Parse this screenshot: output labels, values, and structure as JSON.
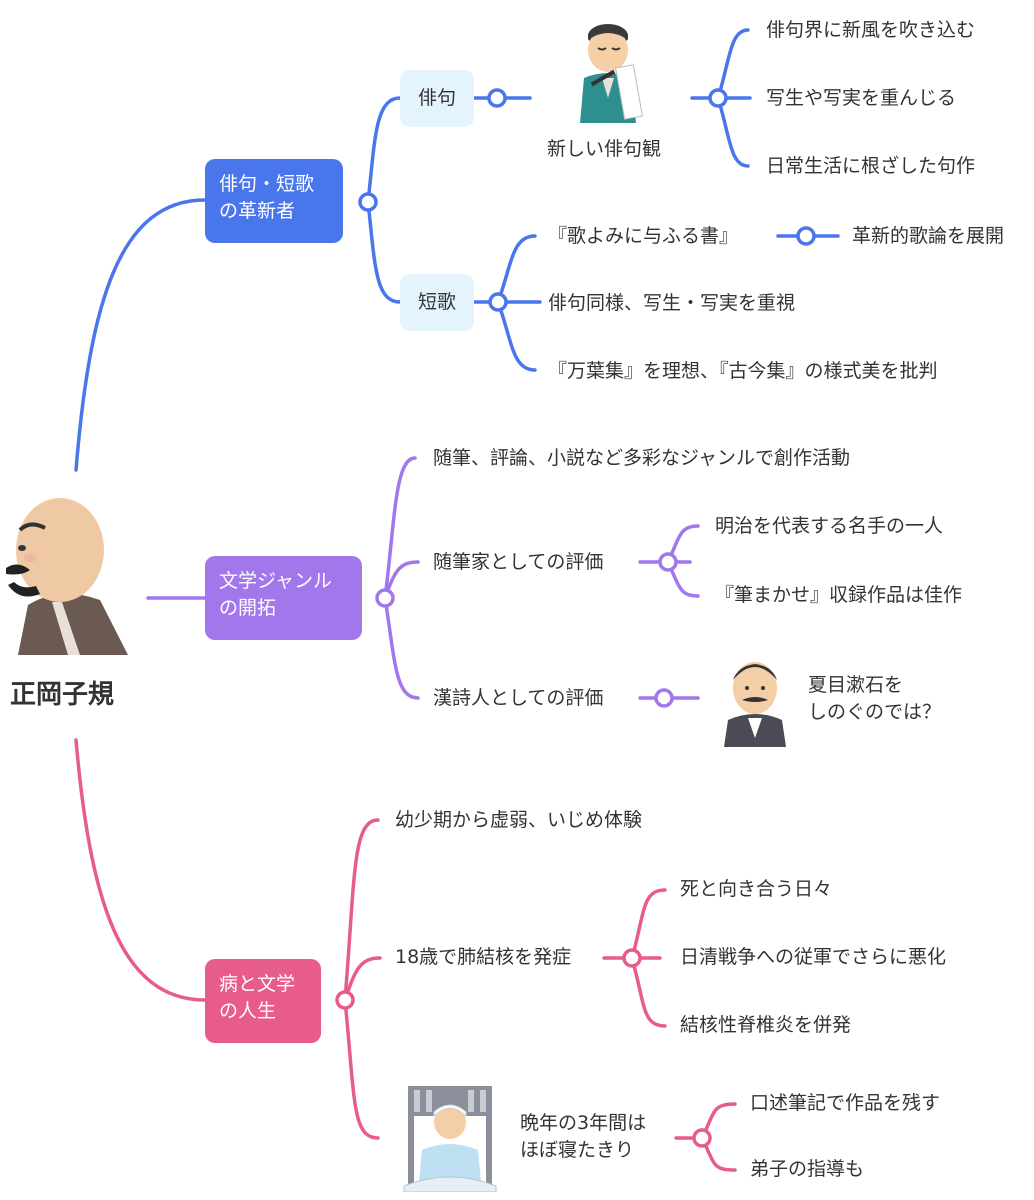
{
  "root": {
    "title": "正岡子規"
  },
  "colors": {
    "blue": "#4a76eb",
    "purple": "#a377ec",
    "pink": "#e75b8d",
    "pill_bg": "#e3f4fd"
  },
  "branch1": {
    "label": "俳句・短歌\nの革新者",
    "haiku": {
      "label": "俳句",
      "new_view": "新しい俳句観",
      "points": [
        "俳句界に新風を吹き込む",
        "写生や写実を重んじる",
        "日常生活に根ざした句作"
      ]
    },
    "tanka": {
      "label": "短歌",
      "book": "『歌よみに与ふる書』",
      "book_result": "革新的歌論を展開",
      "points": [
        "俳句同様、写生・写実を重視",
        "『万葉集』を理想、『古今集』の様式美を批判"
      ]
    }
  },
  "branch2": {
    "label": "文学ジャンル\nの開拓",
    "item1": "随筆、評論、小説など多彩なジャンルで創作活動",
    "essayist": {
      "label": "随筆家としての評価",
      "points": [
        "明治を代表する名手の一人",
        "『筆まかせ』収録作品は佳作"
      ]
    },
    "poet": {
      "label": "漢詩人としての評価",
      "note": "夏目漱石を\nしのぐのでは？"
    }
  },
  "branch3": {
    "label": "病と文学\nの人生",
    "item1": "幼少期から虚弱、いじめ体験",
    "tb": {
      "label": "18歳で肺結核を発症",
      "points": [
        "死と向き合う日々",
        "日清戦争への従軍でさらに悪化",
        "結核性脊椎炎を併発"
      ]
    },
    "last": {
      "label": "晩年の3年間は\nほぼ寝たきり",
      "points": [
        "口述筆記で作品を残す",
        "弟子の指導も"
      ]
    }
  }
}
